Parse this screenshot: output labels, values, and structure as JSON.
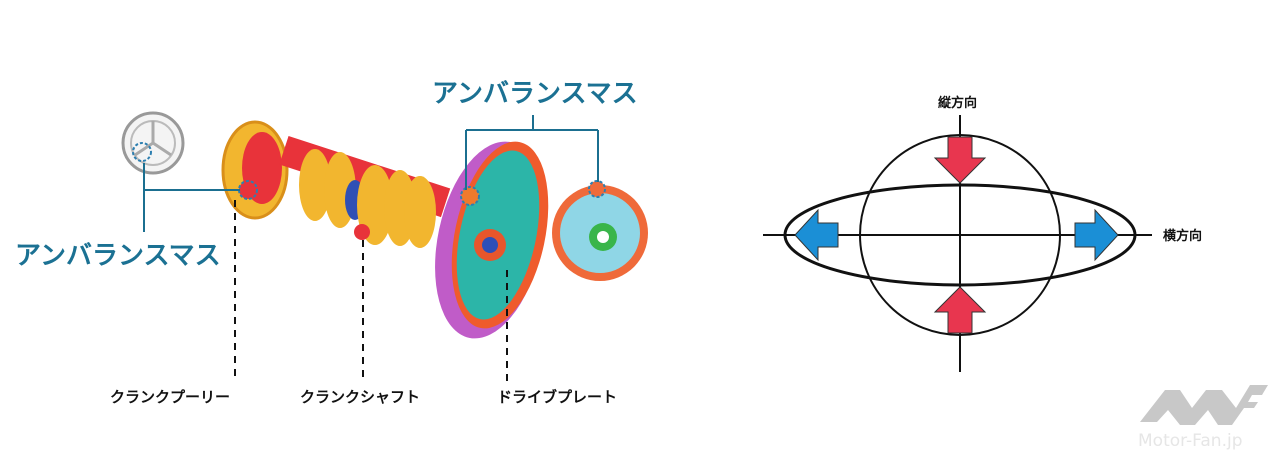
{
  "left_diagram": {
    "unbalance_mass_left": "アンバランスマス",
    "unbalance_mass_top": "アンバランスマス",
    "parts": [
      "クランクプーリー",
      "クランクシャフト",
      "ドライブプレート"
    ]
  },
  "right_diagram": {
    "vertical_label": "縦方向",
    "horizontal_label": "横方向"
  },
  "watermark": {
    "text": "Motor-Fan.jp"
  },
  "colors": {
    "label_blue": "#1b7193",
    "arrow_red": "#e8364f",
    "arrow_blue": "#1b8fd6"
  }
}
